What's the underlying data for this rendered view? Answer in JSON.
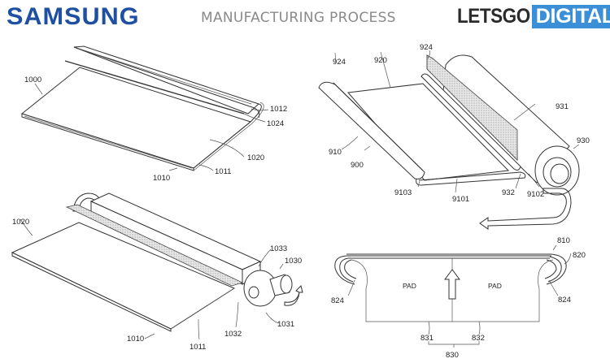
{
  "header": {
    "brand": "SAMSUNG",
    "subtitle": "MANUFACTURING PROCESS",
    "publisher_part1": "LETSGO",
    "publisher_part2": "DIGITAL",
    "colors": {
      "brand": "#1e4fa0",
      "publisher_badge": "#3a8fd6",
      "subtitle": "#8a8a8a"
    }
  },
  "figures": [
    {
      "id": "top-left",
      "labels": {
        "l1000": "1000",
        "l1012": "1012",
        "l1024": "1024",
        "l1020": "1020",
        "l1011": "1011",
        "l1010": "1010"
      }
    },
    {
      "id": "top-right",
      "labels": {
        "l924a": "924",
        "l924b": "924",
        "l920": "920",
        "l931": "931",
        "l930": "930",
        "l910": "910",
        "l900": "900",
        "l9103": "9103",
        "l9101": "9101",
        "l932": "932",
        "l9102": "9102"
      }
    },
    {
      "id": "bottom-left",
      "labels": {
        "l1020": "1020",
        "l1033": "1033",
        "l1030": "1030",
        "l1031": "1031",
        "l1032": "1032",
        "l1010": "1010",
        "l1011": "1011"
      }
    },
    {
      "id": "bottom-right",
      "labels": {
        "l810": "810",
        "l820": "820",
        "l824a": "824",
        "l824b": "824",
        "pad_left": "PAD",
        "pad_right": "PAD",
        "l831": "831",
        "l832": "832",
        "l830": "830"
      }
    }
  ]
}
